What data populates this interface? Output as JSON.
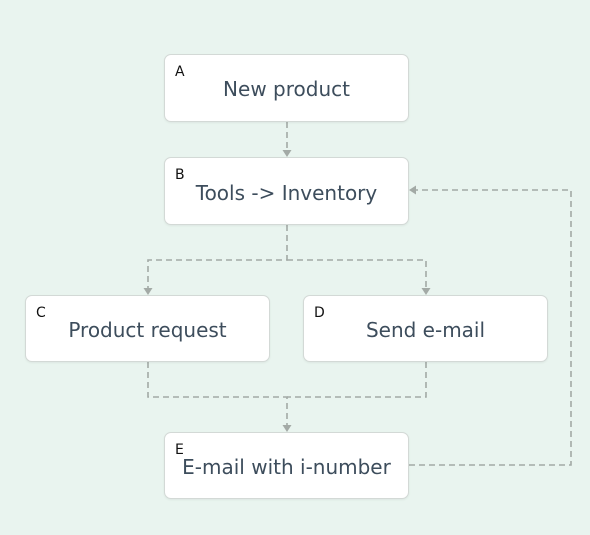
{
  "diagram": {
    "nodes": [
      {
        "id": "A",
        "label": "New product"
      },
      {
        "id": "B",
        "label": "Tools -> Inventory"
      },
      {
        "id": "C",
        "label": "Product request"
      },
      {
        "id": "D",
        "label": "Send e-mail"
      },
      {
        "id": "E",
        "label": "E-mail with i-number"
      }
    ],
    "edges": [
      {
        "from": "A",
        "to": "B",
        "style": "dashed"
      },
      {
        "from": "B",
        "to": "C",
        "style": "dashed"
      },
      {
        "from": "B",
        "to": "D",
        "style": "dashed"
      },
      {
        "from": "C",
        "to": "E",
        "style": "dashed"
      },
      {
        "from": "D",
        "to": "E",
        "style": "dashed"
      },
      {
        "from": "E",
        "to": "B",
        "style": "dashed"
      }
    ]
  },
  "colors": {
    "background": "#e9f4ef",
    "node_fill": "#ffffff",
    "node_border": "#d3d9d6",
    "label_text": "#3d4d5c",
    "connector": "#a3aaa6"
  }
}
